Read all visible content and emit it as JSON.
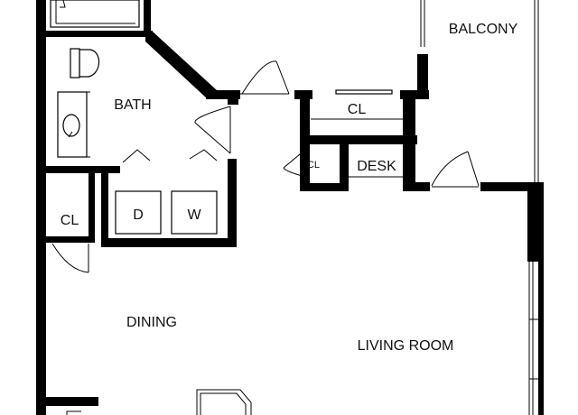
{
  "rooms": {
    "balcony": "BALCONY",
    "bath": "BATH",
    "closet_top": "CL",
    "closet_small": "CL",
    "desk": "DESK",
    "closet_left": "CL",
    "dryer": "D",
    "washer": "W",
    "dining": "DINING",
    "living": "LIVING ROOM"
  },
  "colors": {
    "wall": "#000000",
    "background": "#ffffff"
  }
}
